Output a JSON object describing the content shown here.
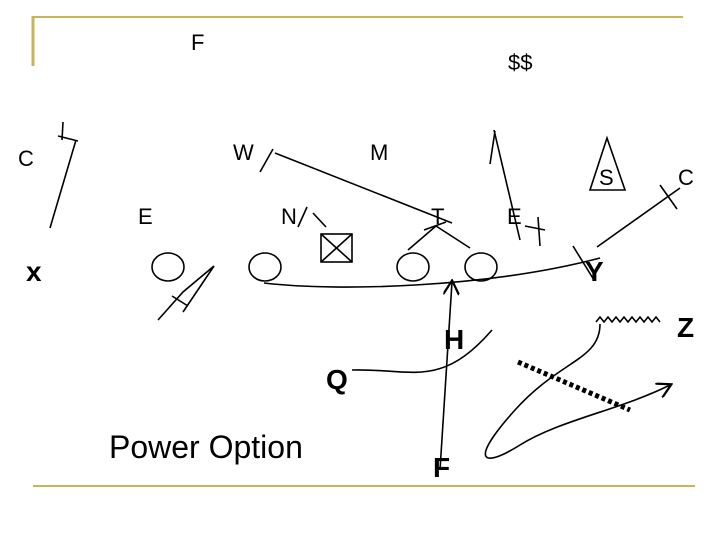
{
  "title": "Power Option",
  "colors": {
    "frame": "#c9b458",
    "ink": "#000000",
    "background": "#ffffff"
  },
  "defense": {
    "f_top": "F",
    "money": "$$",
    "c_left": "C",
    "w": "W",
    "m": "M",
    "s": "S",
    "c_right": "C",
    "e_left": "E",
    "n": "N",
    "t": "T",
    "e_right": "E"
  },
  "offense": {
    "x": "x",
    "y": "Y",
    "z": "Z",
    "h": "H",
    "q": "Q",
    "f_back": "F"
  }
}
